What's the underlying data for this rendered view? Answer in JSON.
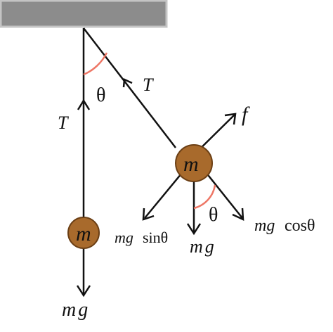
{
  "colors": {
    "background": "#ffffff",
    "ceiling_fill": "#8c8c8c",
    "ceiling_edge": "#c4c4c4",
    "line": "#111111",
    "bob_fill": "#a86a2c",
    "bob_edge": "#6b3f15",
    "angle_arc": "#ee7766"
  },
  "labels": {
    "tension_left": "T",
    "tension_right": "T",
    "theta_top": "θ",
    "theta_bottom": "θ",
    "mass_left": "m",
    "mass_right": "m",
    "weight_left": "mg",
    "weight_right": "mg",
    "force_f": "f",
    "mg_prefix_sin": "mg",
    "sin_theta": "sinθ",
    "mg_prefix_cos": "mg",
    "cos_theta": "cosθ"
  }
}
